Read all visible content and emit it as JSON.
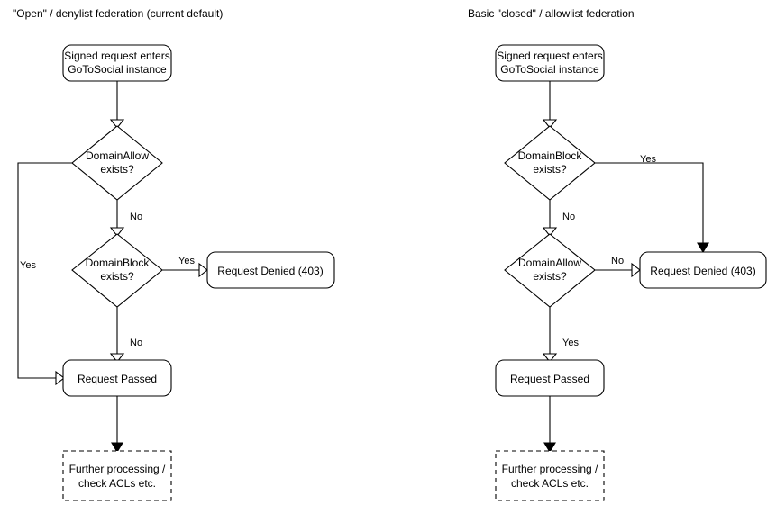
{
  "diagram": {
    "type": "flowchart",
    "background_color": "#ffffff",
    "line_color": "#000000",
    "text_color": "#000000",
    "columns": [
      {
        "id": "open-federation",
        "title": "\"Open\" / denylist federation (current default)",
        "nodes": [
          {
            "id": "start",
            "shape": "rounded-rect",
            "line1": "Signed request enters",
            "line2": "GoToSocial instance"
          },
          {
            "id": "domain-allow",
            "shape": "diamond",
            "line1": "DomainAllow",
            "line2": "exists?"
          },
          {
            "id": "domain-block",
            "shape": "diamond",
            "line1": "DomainBlock",
            "line2": "exists?"
          },
          {
            "id": "denied",
            "shape": "rounded-rect",
            "line1": "Request Denied (403)"
          },
          {
            "id": "passed",
            "shape": "rounded-rect",
            "line1": "Request Passed"
          },
          {
            "id": "further",
            "shape": "dashed-rect",
            "line1": "Further processing /",
            "line2": "check ACLs etc."
          }
        ],
        "edge_labels": {
          "allow_yes": "Yes",
          "allow_no": "No",
          "block_yes": "Yes",
          "block_no": "No"
        }
      },
      {
        "id": "closed-federation",
        "title": "Basic \"closed\" / allowlist federation",
        "nodes": [
          {
            "id": "start",
            "shape": "rounded-rect",
            "line1": "Signed request enters",
            "line2": "GoToSocial instance"
          },
          {
            "id": "domain-block",
            "shape": "diamond",
            "line1": "DomainBlock",
            "line2": "exists?"
          },
          {
            "id": "domain-allow",
            "shape": "diamond",
            "line1": "DomainAllow",
            "line2": "exists?"
          },
          {
            "id": "denied",
            "shape": "rounded-rect",
            "line1": "Request Denied (403)"
          },
          {
            "id": "passed",
            "shape": "rounded-rect",
            "line1": "Request Passed"
          },
          {
            "id": "further",
            "shape": "dashed-rect",
            "line1": "Further processing /",
            "line2": "check ACLs etc."
          }
        ],
        "edge_labels": {
          "block_yes": "Yes",
          "block_no": "No",
          "allow_no": "No",
          "allow_yes": "Yes"
        }
      }
    ]
  }
}
